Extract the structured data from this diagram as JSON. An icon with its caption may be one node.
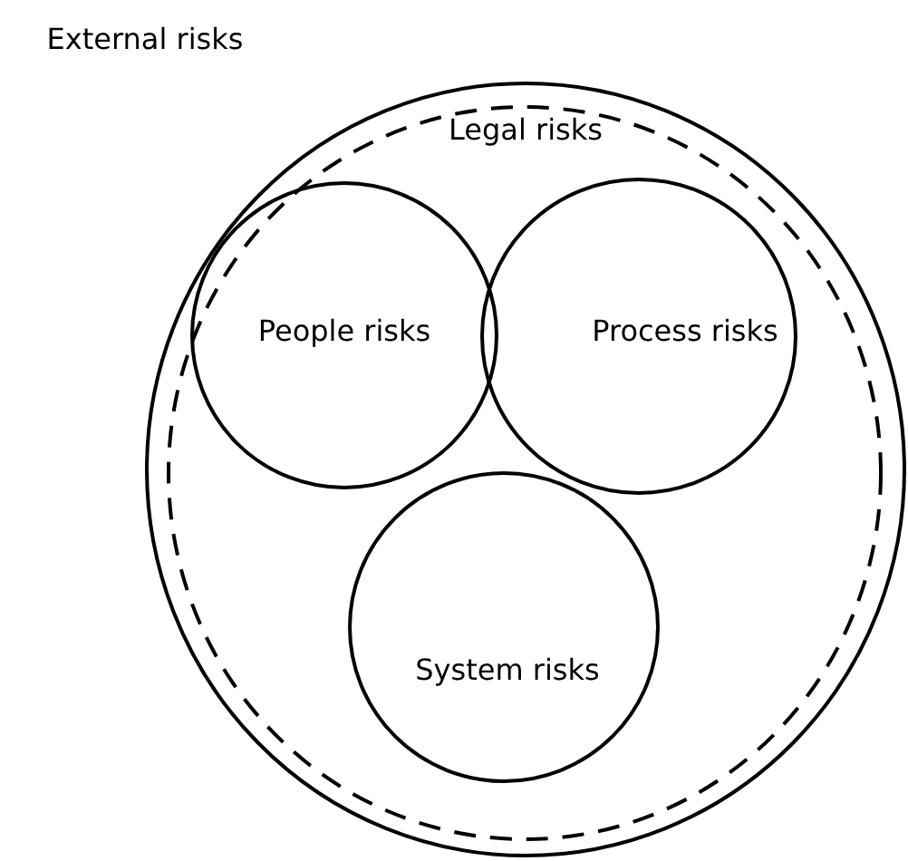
{
  "diagram": {
    "nodes": [
      {
        "text": [
          "External risks"
        ]
      },
      {
        "text": [
          "Legal risks"
        ],
        "in": 0
      },
      {
        "text": [
          "People risks"
        ],
        "in": 1
      },
      {
        "text": [
          "Process risks"
        ],
        "in": 1
      },
      {
        "text": [
          "System risks"
        ],
        "in": 1
      }
    ]
  }
}
